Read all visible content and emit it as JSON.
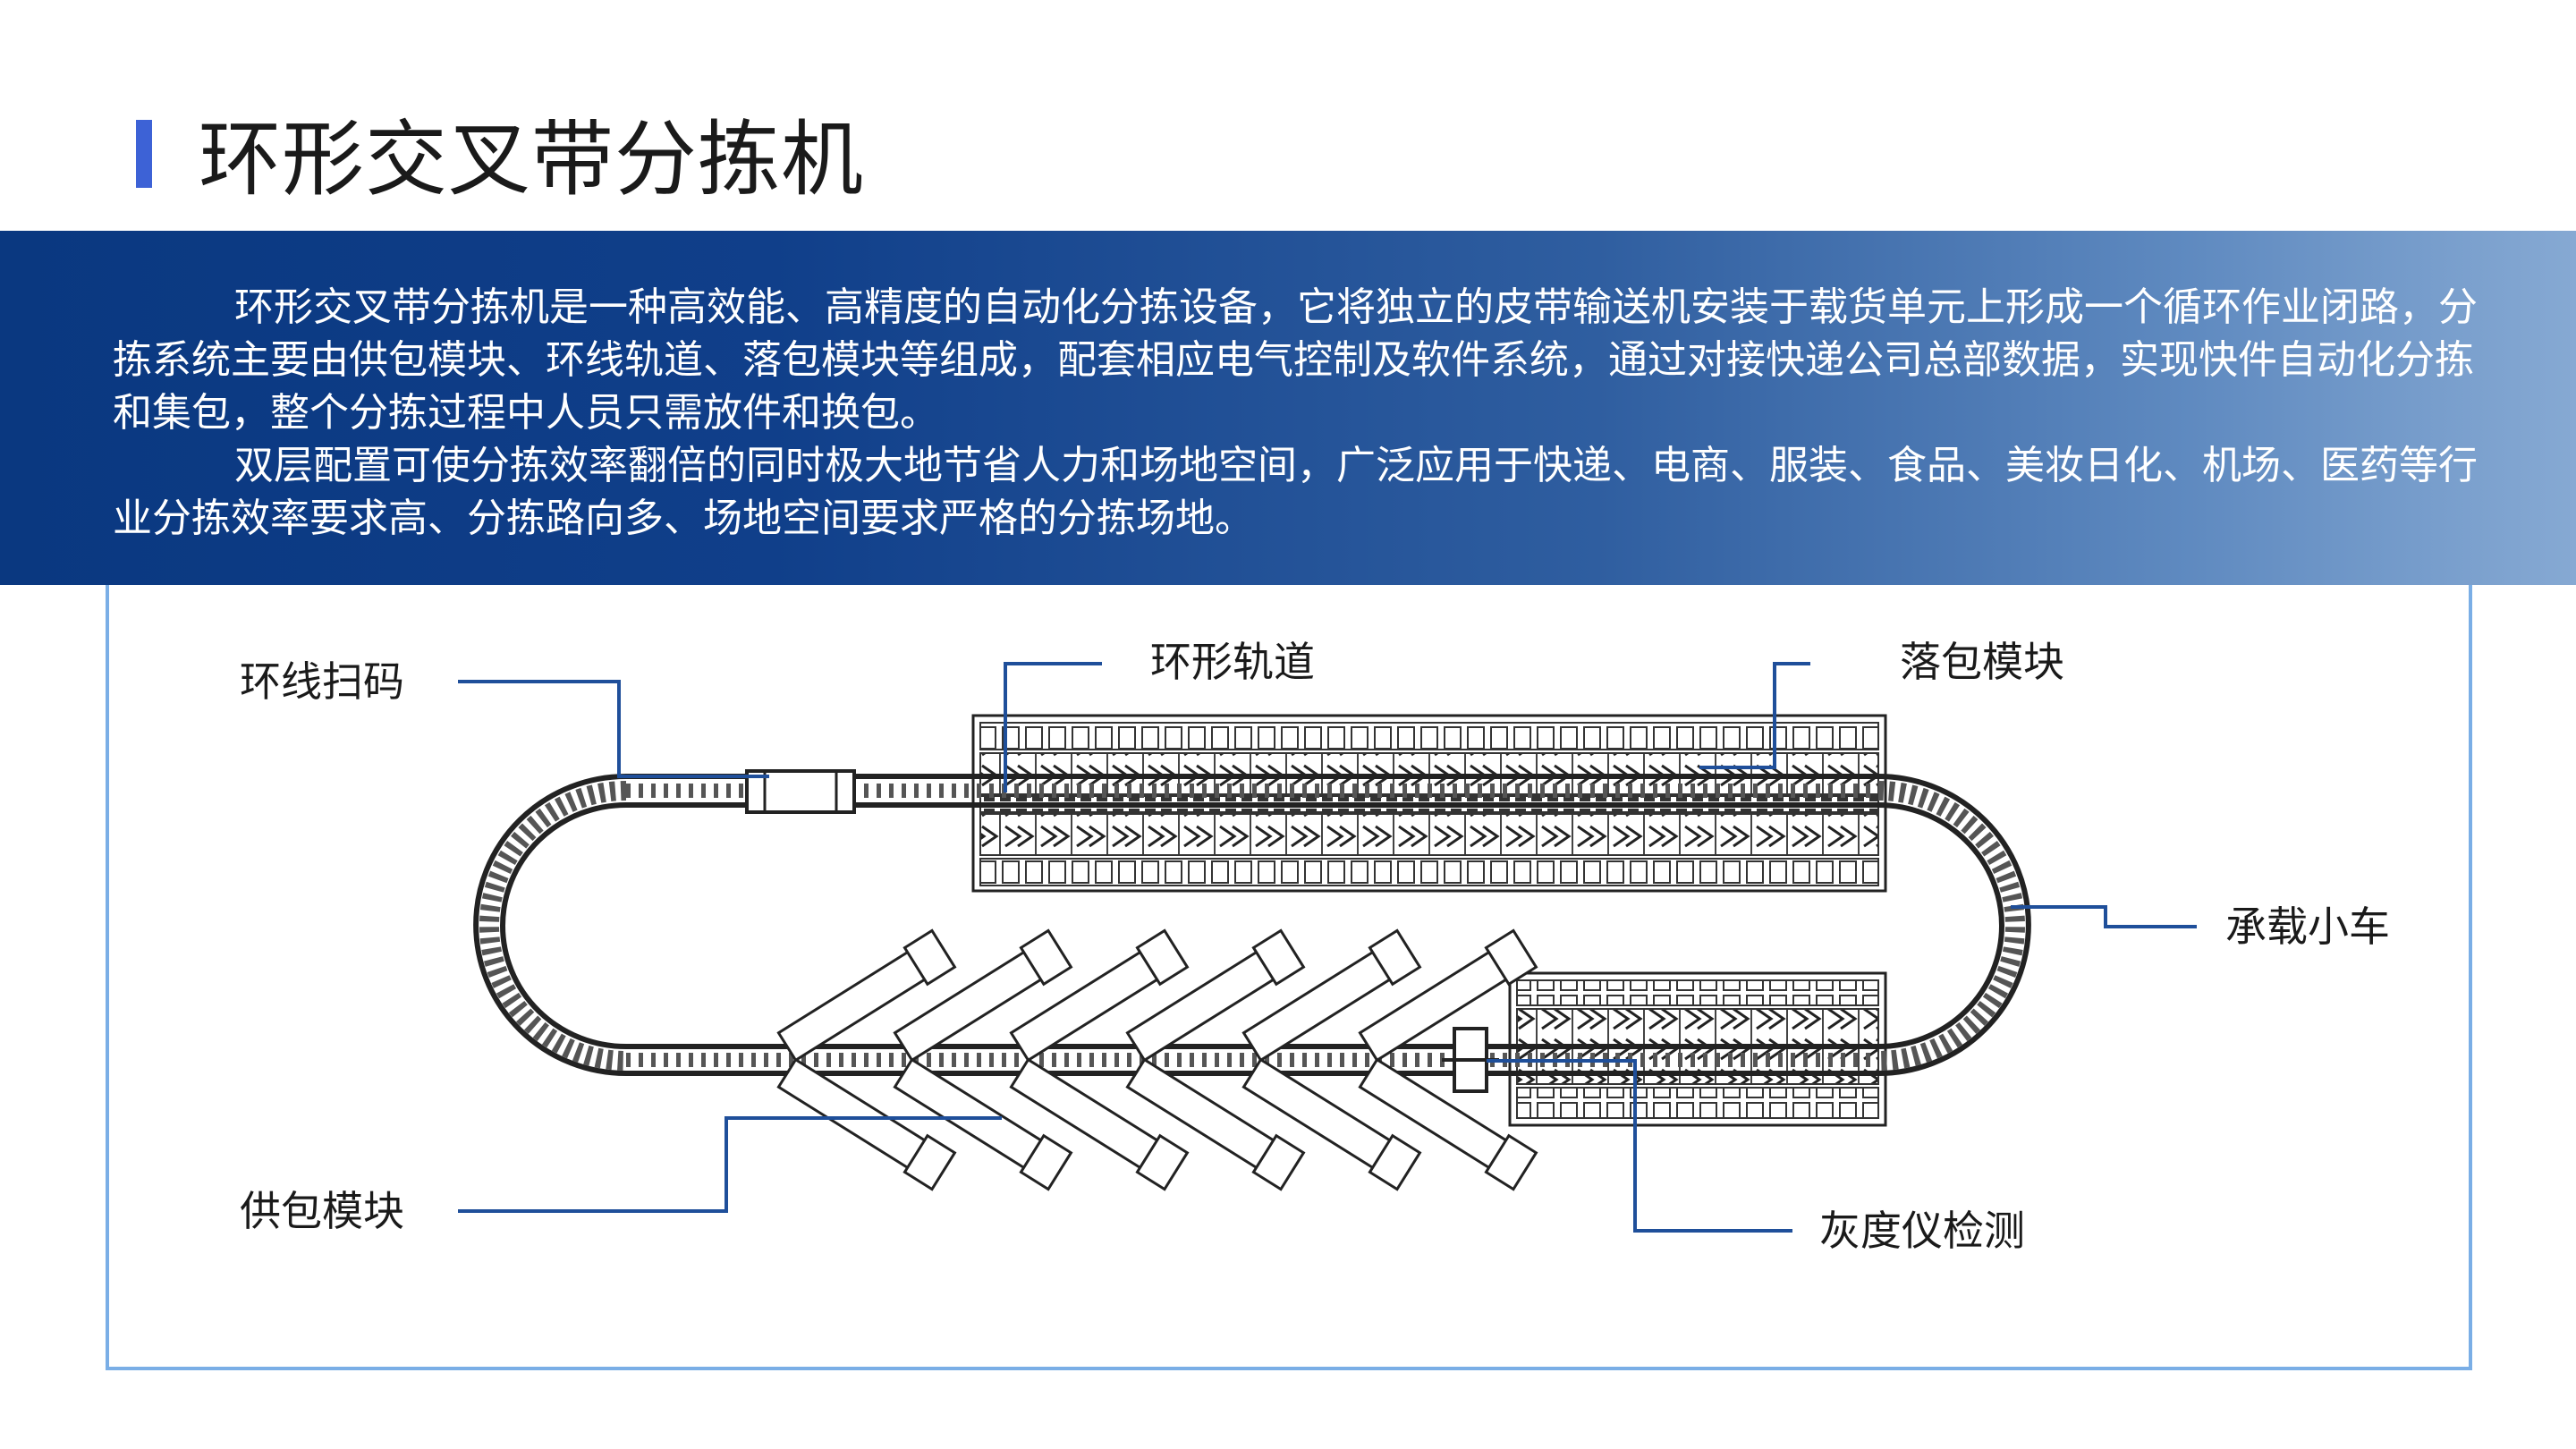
{
  "title": "环形交叉带分拣机",
  "intro": {
    "paragraph1": "环形交叉带分拣机是一种高效能、高精度的自动化分拣设备，它将独立的皮带输送机安装于载货单元上形成一个循环作业闭路，分拣系统主要由供包模块、环线轨道、落包模块等组成，配套相应电气控制及软件系统，通过对接快递公司总部数据，实现快件自动化分拣和集包，整个分拣过程中人员只需放件和换包。",
    "paragraph2": "双层配置可使分拣效率翻倍的同时极大地节省人力和场地空间，广泛应用于快递、电商、服装、食品、美妆日化、机场、医药等行业分拣效率要求高、分拣路向多、场地空间要求严格的分拣场地。"
  },
  "diagram": {
    "labels": {
      "loop_scan": "环线扫码",
      "ring_track": "环形轨道",
      "drop_module": "落包模块",
      "carrier_cart": "承载小车",
      "feed_module": "供包模块",
      "gray_scale_detect": "灰度仪检测"
    }
  },
  "colors": {
    "title_accent": "#3d62d6",
    "banner_start": "#0a3880",
    "banner_end": "#86a9d3",
    "frame_border": "#7aaee6",
    "leader_line": "#1f4f9a"
  }
}
